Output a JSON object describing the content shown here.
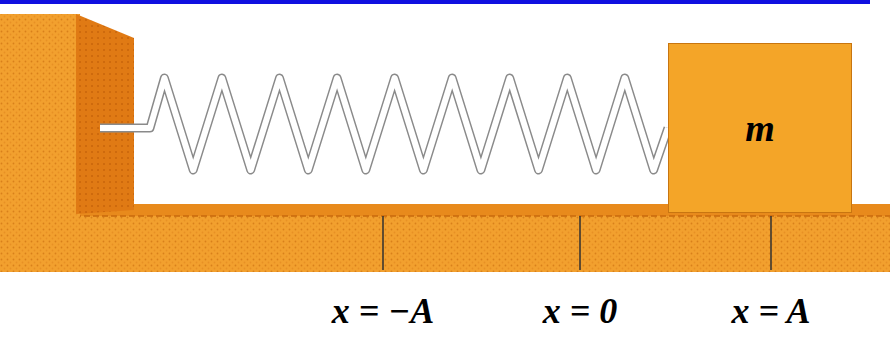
{
  "diagram": {
    "nodes": [
      {
        "text": [
          "m"
        ]
      }
    ],
    "labels": [
      "x = −A",
      "x = 0",
      "x = A"
    ]
  }
}
